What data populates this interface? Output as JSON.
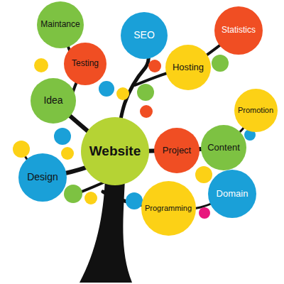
{
  "diagram": {
    "nodes": [
      {
        "text": [
          "Maintance"
        ]
      },
      {
        "text": [
          "SEO"
        ]
      },
      {
        "text": [
          "Statistics"
        ]
      },
      {
        "text": [
          "Testing"
        ]
      },
      {
        "text": [
          "Hosting"
        ]
      },
      {
        "text": [
          "Idea"
        ]
      },
      {
        "text": [
          "Promotion"
        ]
      },
      {
        "text": [
          "Website"
        ]
      },
      {
        "text": [
          "Project"
        ]
      },
      {
        "text": [
          "Content"
        ]
      },
      {
        "text": [
          "Design"
        ]
      },
      {
        "text": [
          "Domain"
        ]
      },
      {
        "text": [
          "Programming"
        ]
      }
    ]
  }
}
